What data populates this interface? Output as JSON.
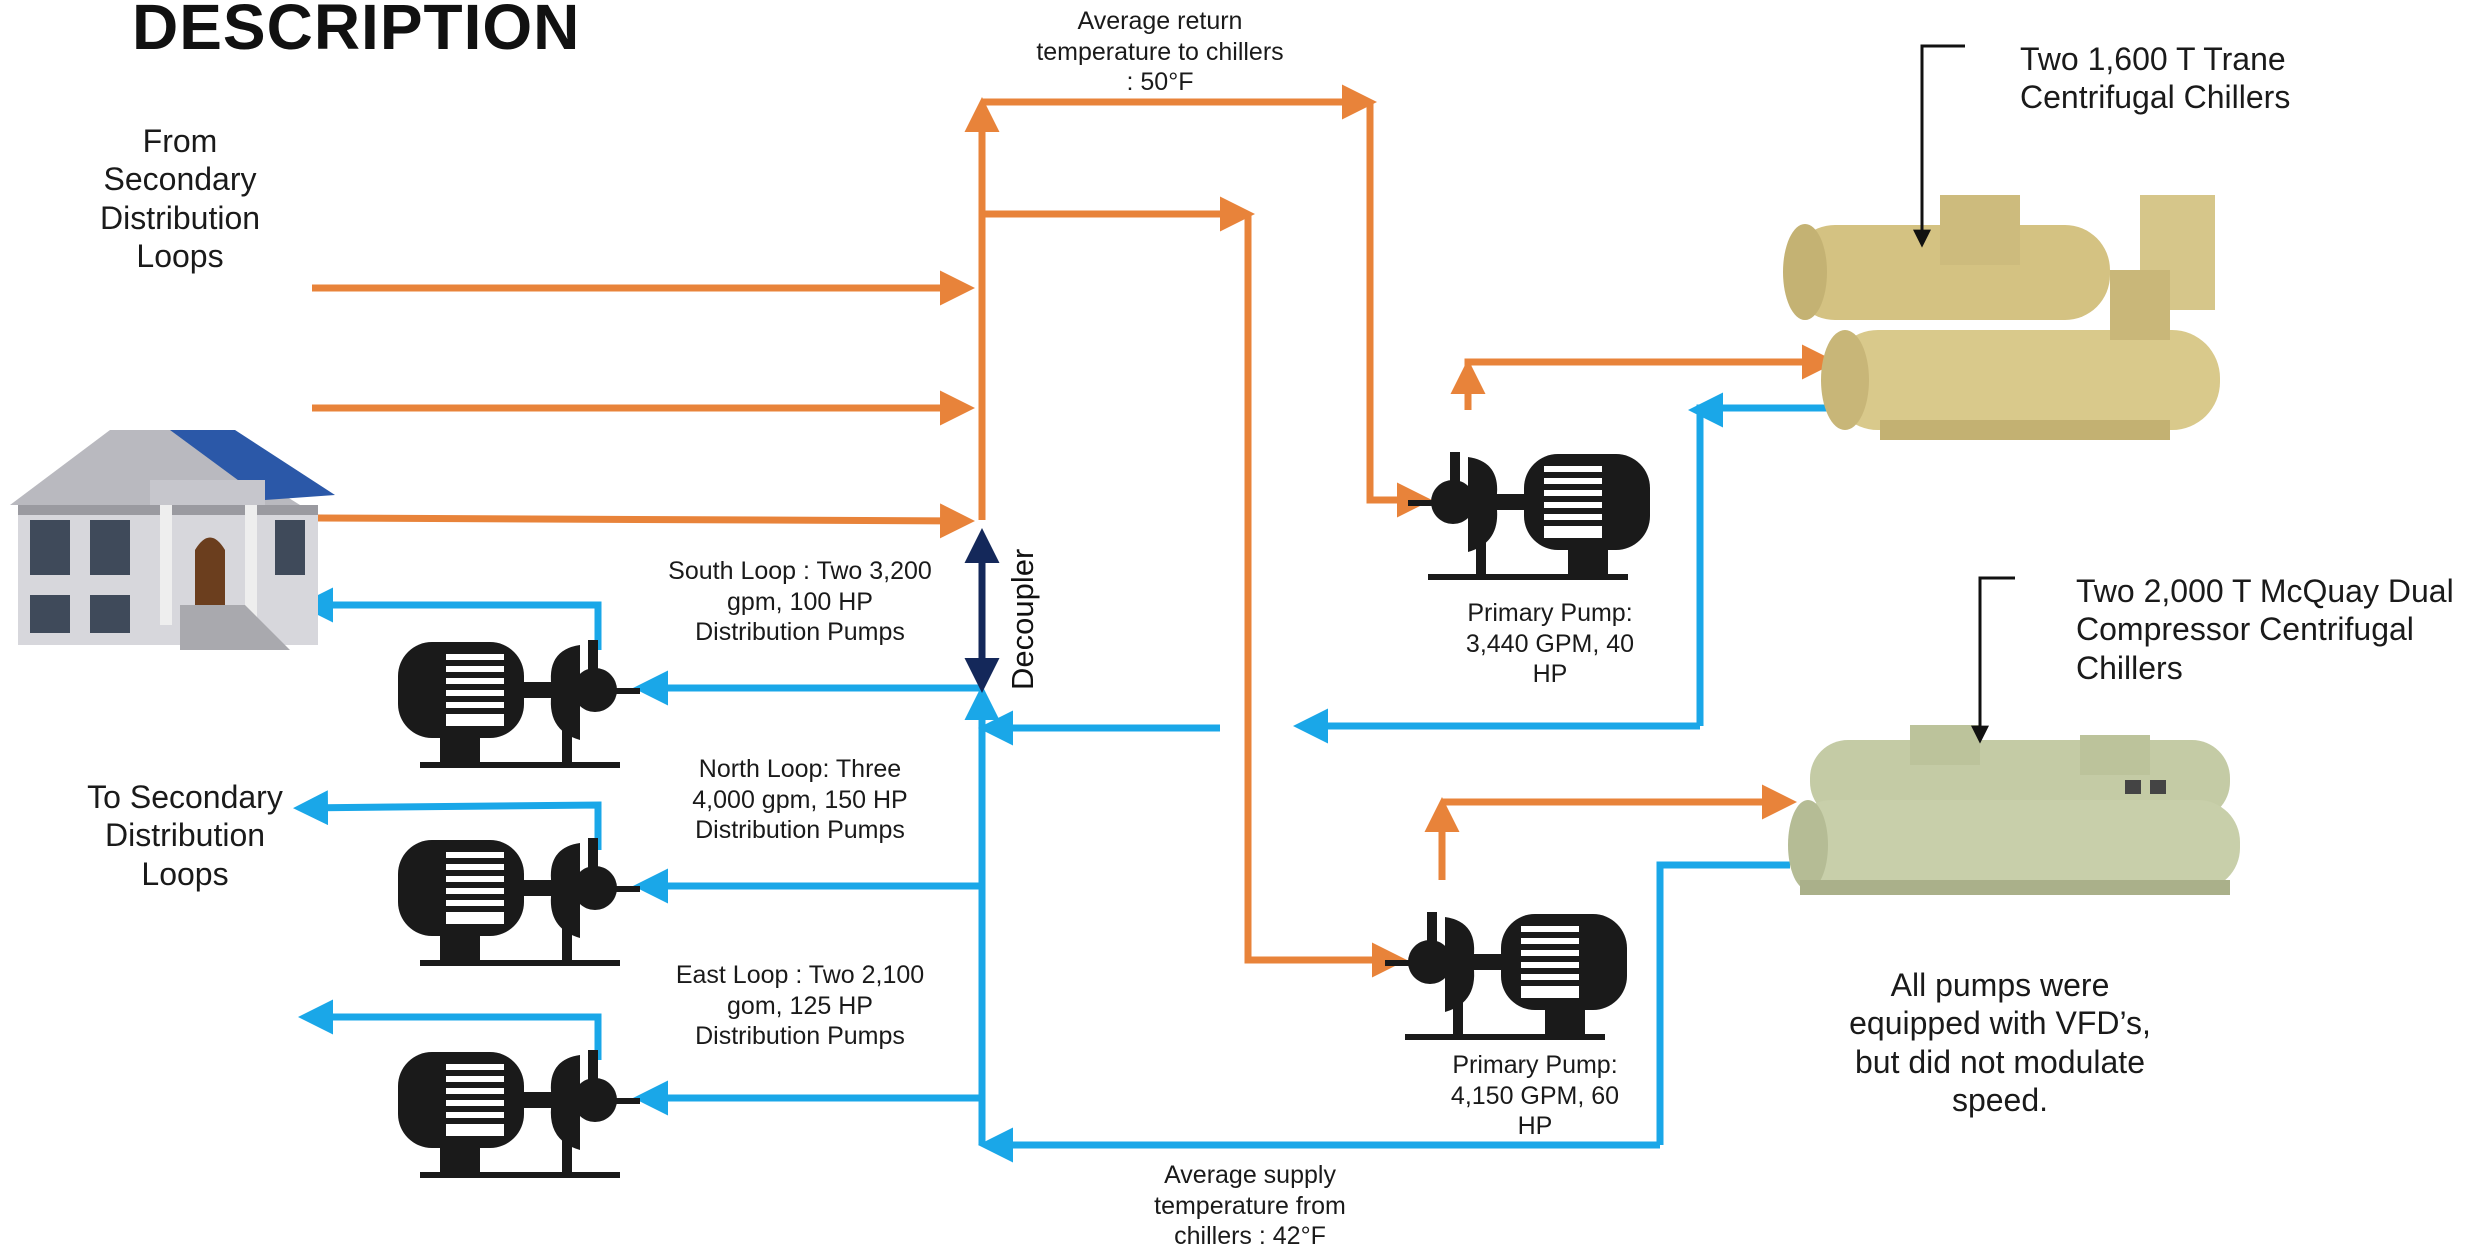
{
  "title": "DESCRIPTION",
  "colors": {
    "return": "#e8833a",
    "supply": "#1aa7e8",
    "decoupler": "#14285a",
    "ink": "#111111",
    "chiller_trane": "#d9c98b",
    "chiller_mcquay": "#c8cfaa"
  },
  "icons": [
    "building-icon",
    "distribution-pump-icon",
    "primary-pump-icon",
    "trane-chiller-icon",
    "mcquay-chiller-icon"
  ],
  "labels": {
    "from_secondary": [
      "From",
      "Secondary",
      "Distribution",
      "Loops"
    ],
    "to_secondary": [
      "To Secondary",
      "Distribution",
      "Loops"
    ],
    "return_temp": [
      "Average return",
      "temperature to chillers",
      ": 50°F"
    ],
    "supply_temp": [
      "Average supply",
      "temperature from",
      "chillers : 42°F"
    ],
    "decoupler": "Decoupler",
    "south_loop": [
      "South Loop : Two 3,200",
      "gpm, 100 HP",
      "Distribution Pumps"
    ],
    "north_loop": [
      "North Loop: Three",
      "4,000 gpm, 150 HP",
      "Distribution Pumps"
    ],
    "east_loop": [
      "East Loop : Two 2,100",
      "gom, 125 HP",
      "Distribution Pumps"
    ],
    "primary_pump_1": [
      "Primary Pump:",
      "3,440 GPM, 40",
      "HP"
    ],
    "primary_pump_2": [
      "Primary Pump:",
      "4,150 GPM, 60",
      "HP"
    ],
    "trane_chillers": [
      "Two 1,600 T Trane",
      "Centrifugal Chillers"
    ],
    "mcquay_chillers": [
      "Two 2,000 T McQuay Dual",
      "Compressor Centrifugal",
      "Chillers"
    ],
    "vfd_note": [
      "All pumps were",
      "equipped with VFD’s,",
      "but did not modulate",
      "speed."
    ]
  }
}
